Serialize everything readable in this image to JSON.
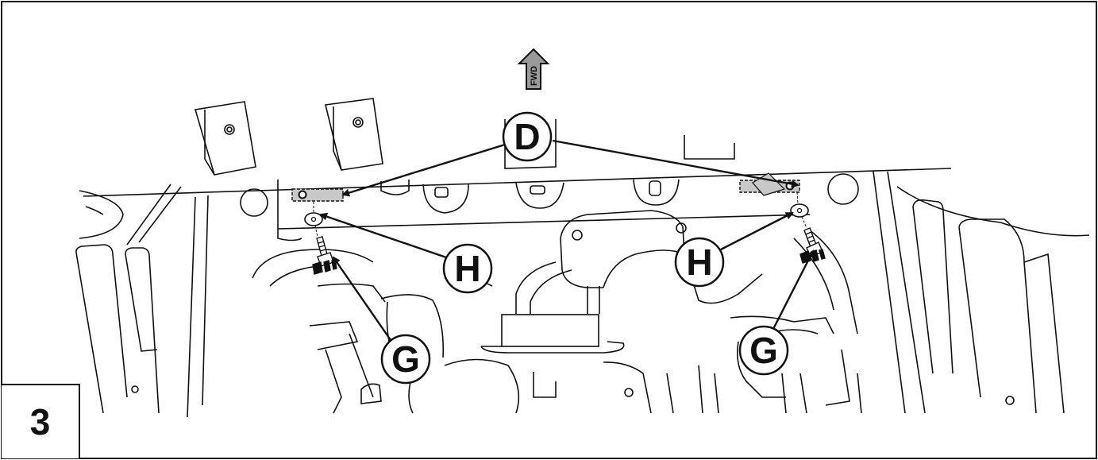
{
  "step_number": "3",
  "fwd_label": "FWD",
  "callouts": {
    "D": "D",
    "H_left": "H",
    "H_right": "H",
    "G_left": "G",
    "G_right": "G"
  },
  "colors": {
    "line": "#111111",
    "highlight": "#c8c8c8",
    "background": "#ffffff"
  }
}
